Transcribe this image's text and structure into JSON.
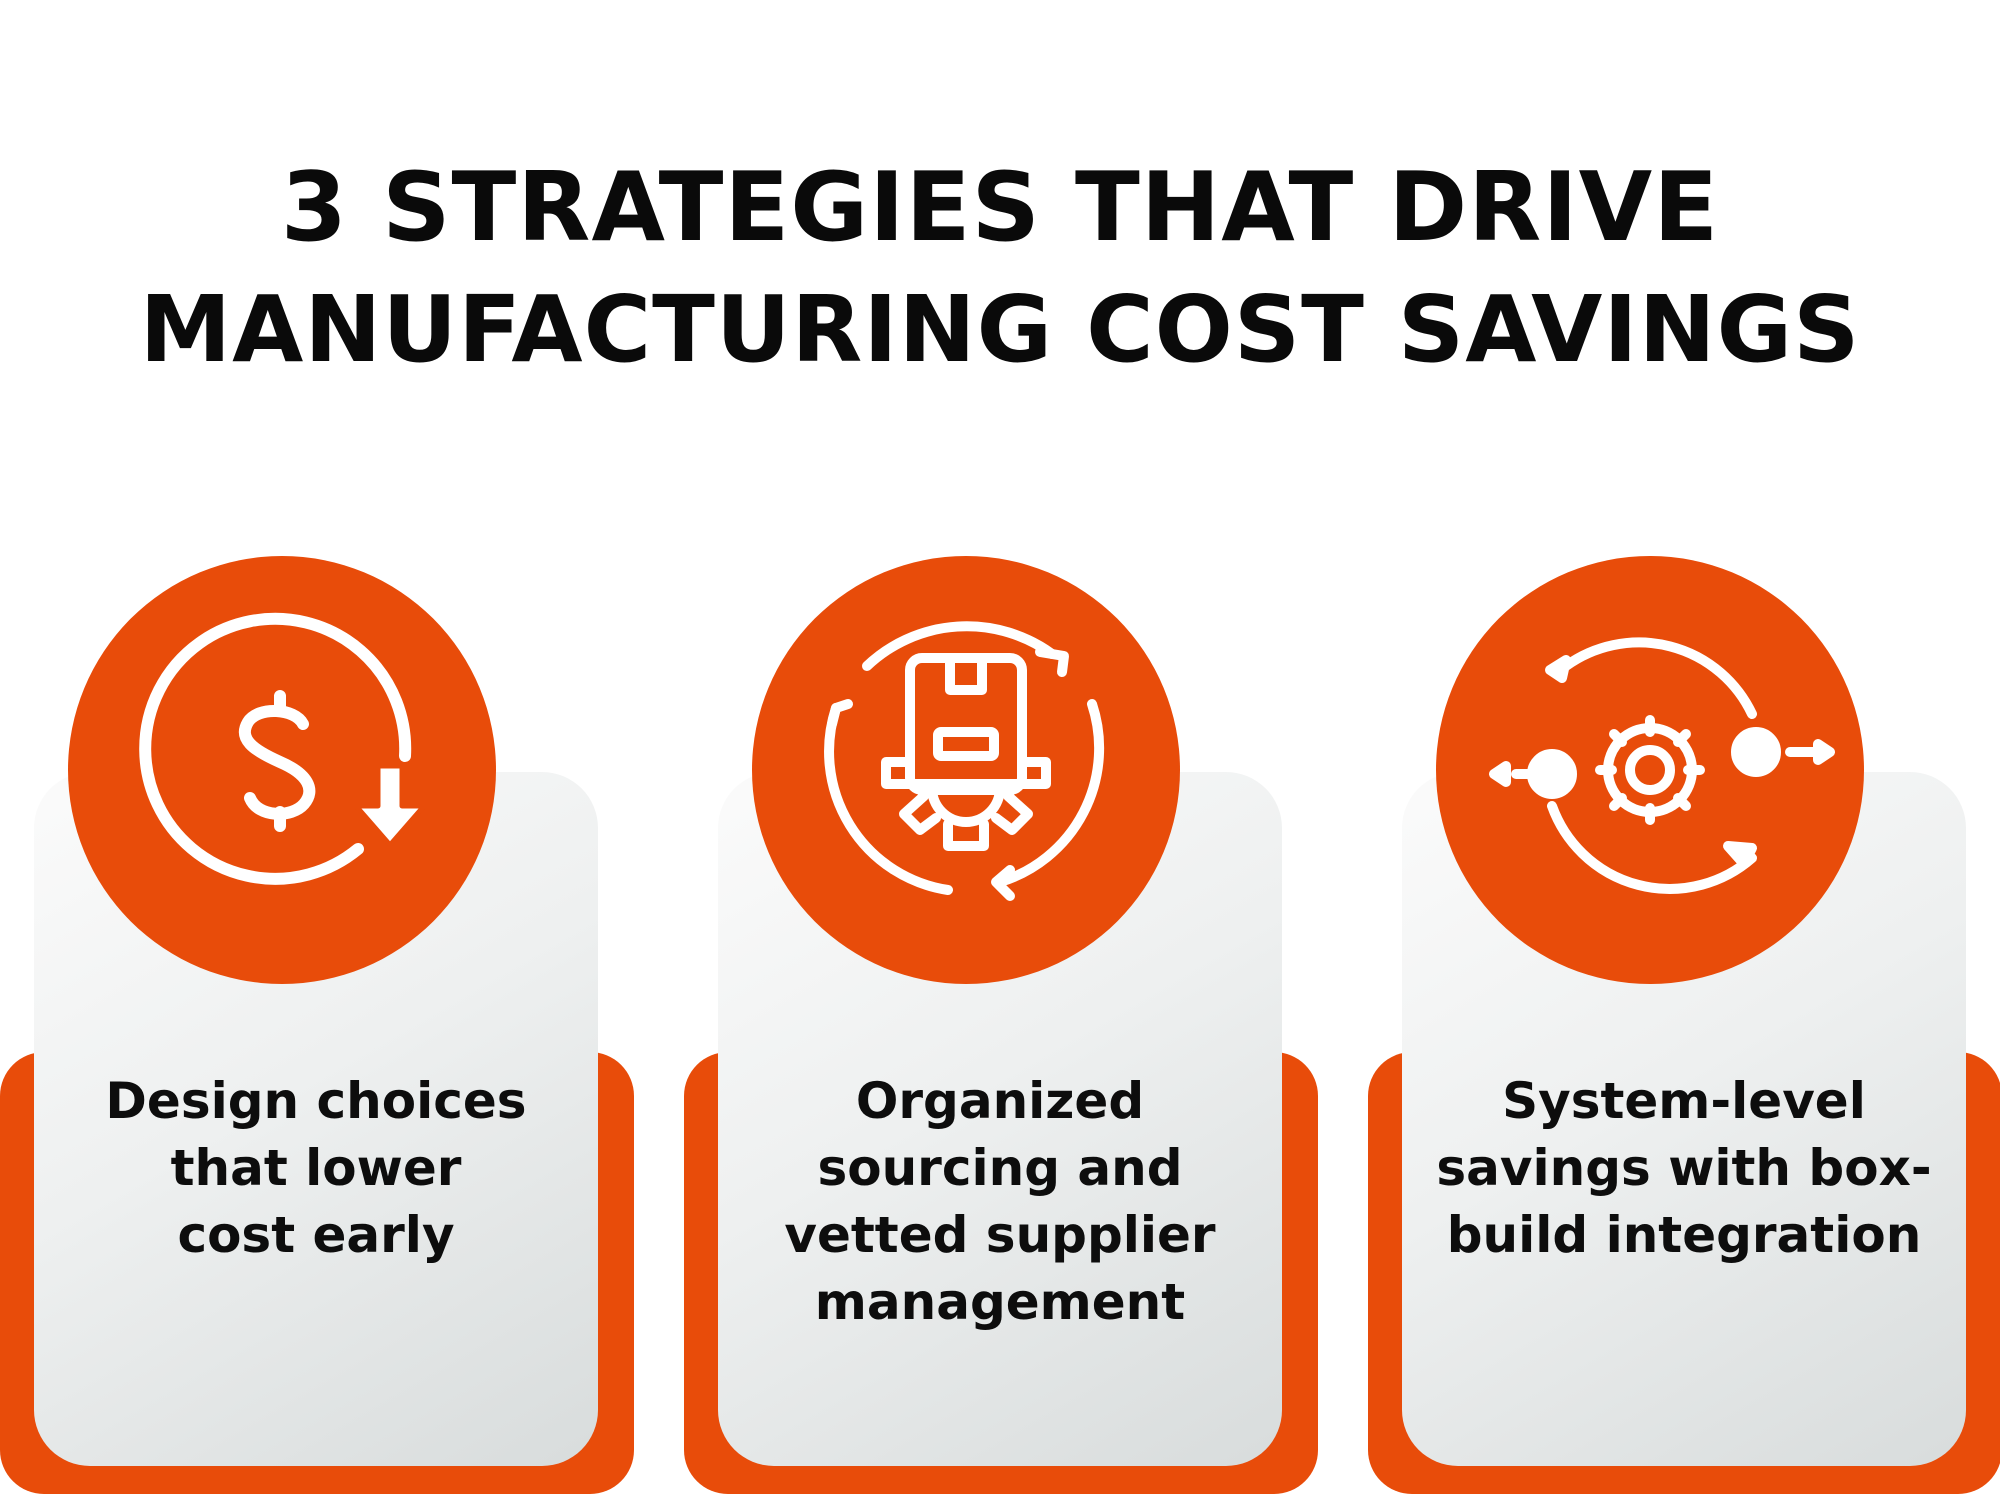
{
  "title": {
    "line1": "3 STRATEGIES THAT DRIVE",
    "line2": "MANUFACTURING COST SAVINGS"
  },
  "colors": {
    "accent": "#e84c0a",
    "text": "#0a0a0a"
  },
  "cards": [
    {
      "icon": "dollar-cost-down-icon",
      "lines": [
        "Design choices",
        "that lower",
        "cost early"
      ]
    },
    {
      "icon": "supplier-sourcing-icon",
      "lines": [
        "Organized",
        "sourcing and",
        "vetted supplier",
        "management"
      ]
    },
    {
      "icon": "system-integration-gear-icon",
      "lines": [
        "System-level",
        "savings with box-",
        "build integration"
      ]
    }
  ]
}
